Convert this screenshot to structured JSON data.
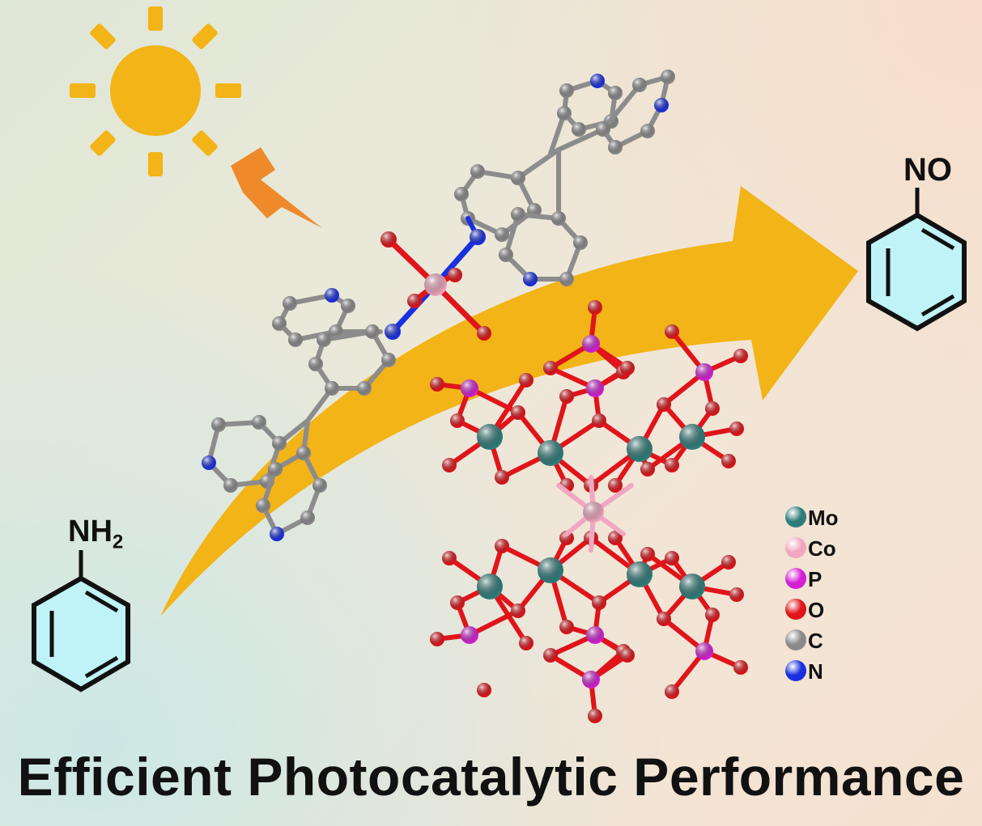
{
  "title": "Efficient Photocatalytic Performance",
  "reactant": {
    "label_main": "NH",
    "label_sub": "2"
  },
  "product": {
    "label": "NO"
  },
  "legend": [
    {
      "label": "Mo",
      "color": "#2f7d7b"
    },
    {
      "label": "Co",
      "color": "#f2a7c0"
    },
    {
      "label": "P",
      "color": "#d41fd4"
    },
    {
      "label": "O",
      "color": "#e0141a"
    },
    {
      "label": "C",
      "color": "#8a8a8a"
    },
    {
      "label": "N",
      "color": "#1a2fe0"
    }
  ],
  "colors": {
    "sun": "#f2b416",
    "arrow": "#f2b416",
    "lightning": "#ef8a2a",
    "ring_fill": "#bff3f7",
    "bond": "#8c8c8c"
  },
  "icons": [
    "sun-icon",
    "lightning-icon",
    "reaction-arrow-icon",
    "benzene-ring-icon"
  ]
}
